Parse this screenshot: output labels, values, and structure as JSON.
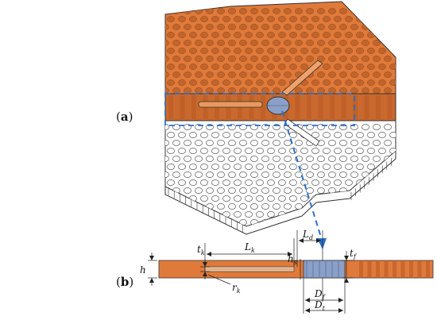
{
  "panels": {
    "a": {
      "open": "(",
      "letter": "a",
      "close": ")"
    },
    "b": {
      "open": "(",
      "letter": "b",
      "close": ")"
    }
  },
  "dimensions": {
    "h": {
      "main": "h",
      "sub": ""
    },
    "tk": {
      "main": "t",
      "sub": "k"
    },
    "Lk": {
      "main": "L",
      "sub": "k"
    },
    "rk": {
      "main": "r",
      "sub": "k"
    },
    "Ld": {
      "main": "L",
      "sub": "d"
    },
    "hs": {
      "main": "h",
      "sub": "s"
    },
    "tf": {
      "main": "t",
      "sub": "f"
    },
    "Df": {
      "main": "D",
      "sub": "f"
    },
    "Dt": {
      "main": "D",
      "sub": "t"
    }
  },
  "colors": {
    "copper": "#e07a3a",
    "copper_dark": "#b85a24",
    "copper_side": "#c9692e",
    "hole": "#c1652d",
    "white_plate": "#ffffff",
    "outline": "#333333",
    "dashed_blue": "#2a6fc9",
    "channel_fill": "#8aa0c8"
  }
}
